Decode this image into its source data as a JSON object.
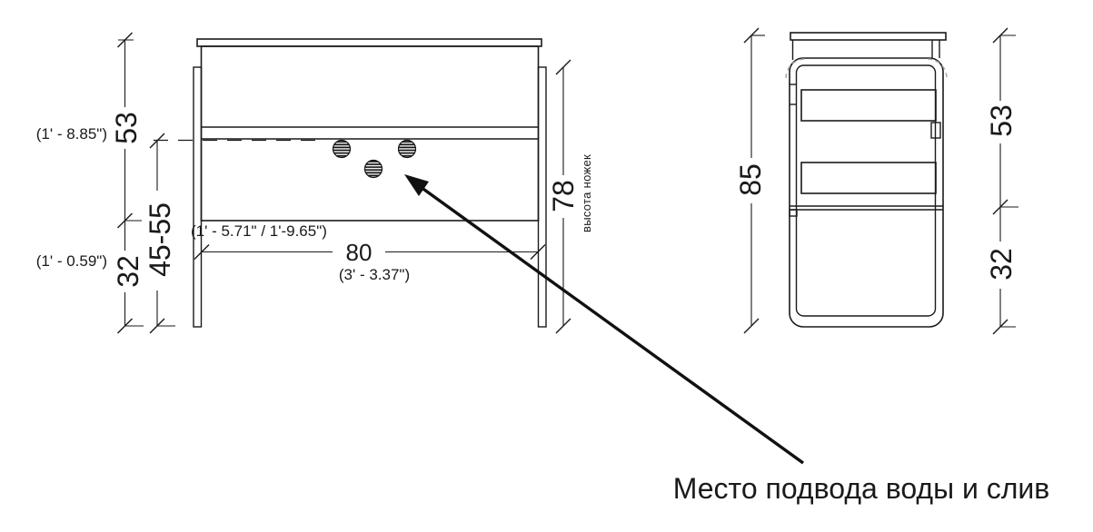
{
  "front_view": {
    "dim_53": "53",
    "dim_53_imperial": "(1' - 8.85\")",
    "dim_45_55": "45-55",
    "dim_32": "32",
    "dim_32_imperial": "(1' - 0.59\")",
    "width_imperial_range": "(1' - 5.71\" / 1'-9.65\")",
    "dim_80": "80",
    "dim_80_imperial": "(3' - 3.37\")",
    "dim_78": "78",
    "dim_78_label": "высота ножек"
  },
  "side_view": {
    "dim_85": "85",
    "dim_53": "53",
    "dim_32": "32"
  },
  "callout": {
    "text": "Место подвода воды и слив"
  },
  "colors": {
    "line": "#1a1a1a",
    "background": "#ffffff",
    "corner_arc": "#a9a9a9"
  }
}
